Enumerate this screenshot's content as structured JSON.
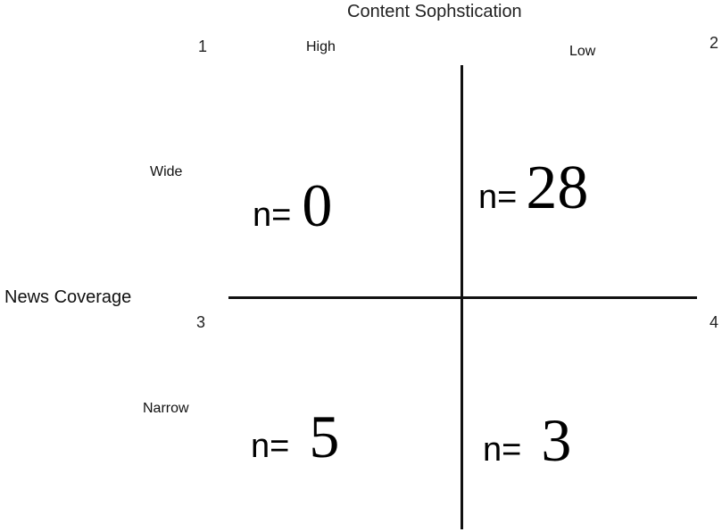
{
  "title": "Content Sophstication",
  "x_axis": {
    "high_label": "High",
    "low_label": "Low"
  },
  "y_axis": {
    "label": "News Coverage",
    "wide_label": "Wide",
    "narrow_label": "Narrow"
  },
  "quadrant_numbers": {
    "q1": "1",
    "q2": "2",
    "q3": "3",
    "q4": "4"
  },
  "cells": {
    "top_left": {
      "prefix": "n=",
      "value": "0"
    },
    "top_right": {
      "prefix": "n=",
      "value": "28"
    },
    "bottom_left": {
      "prefix": "n=",
      "value": "5"
    },
    "bottom_right": {
      "prefix": "n=",
      "value": "3"
    }
  }
}
